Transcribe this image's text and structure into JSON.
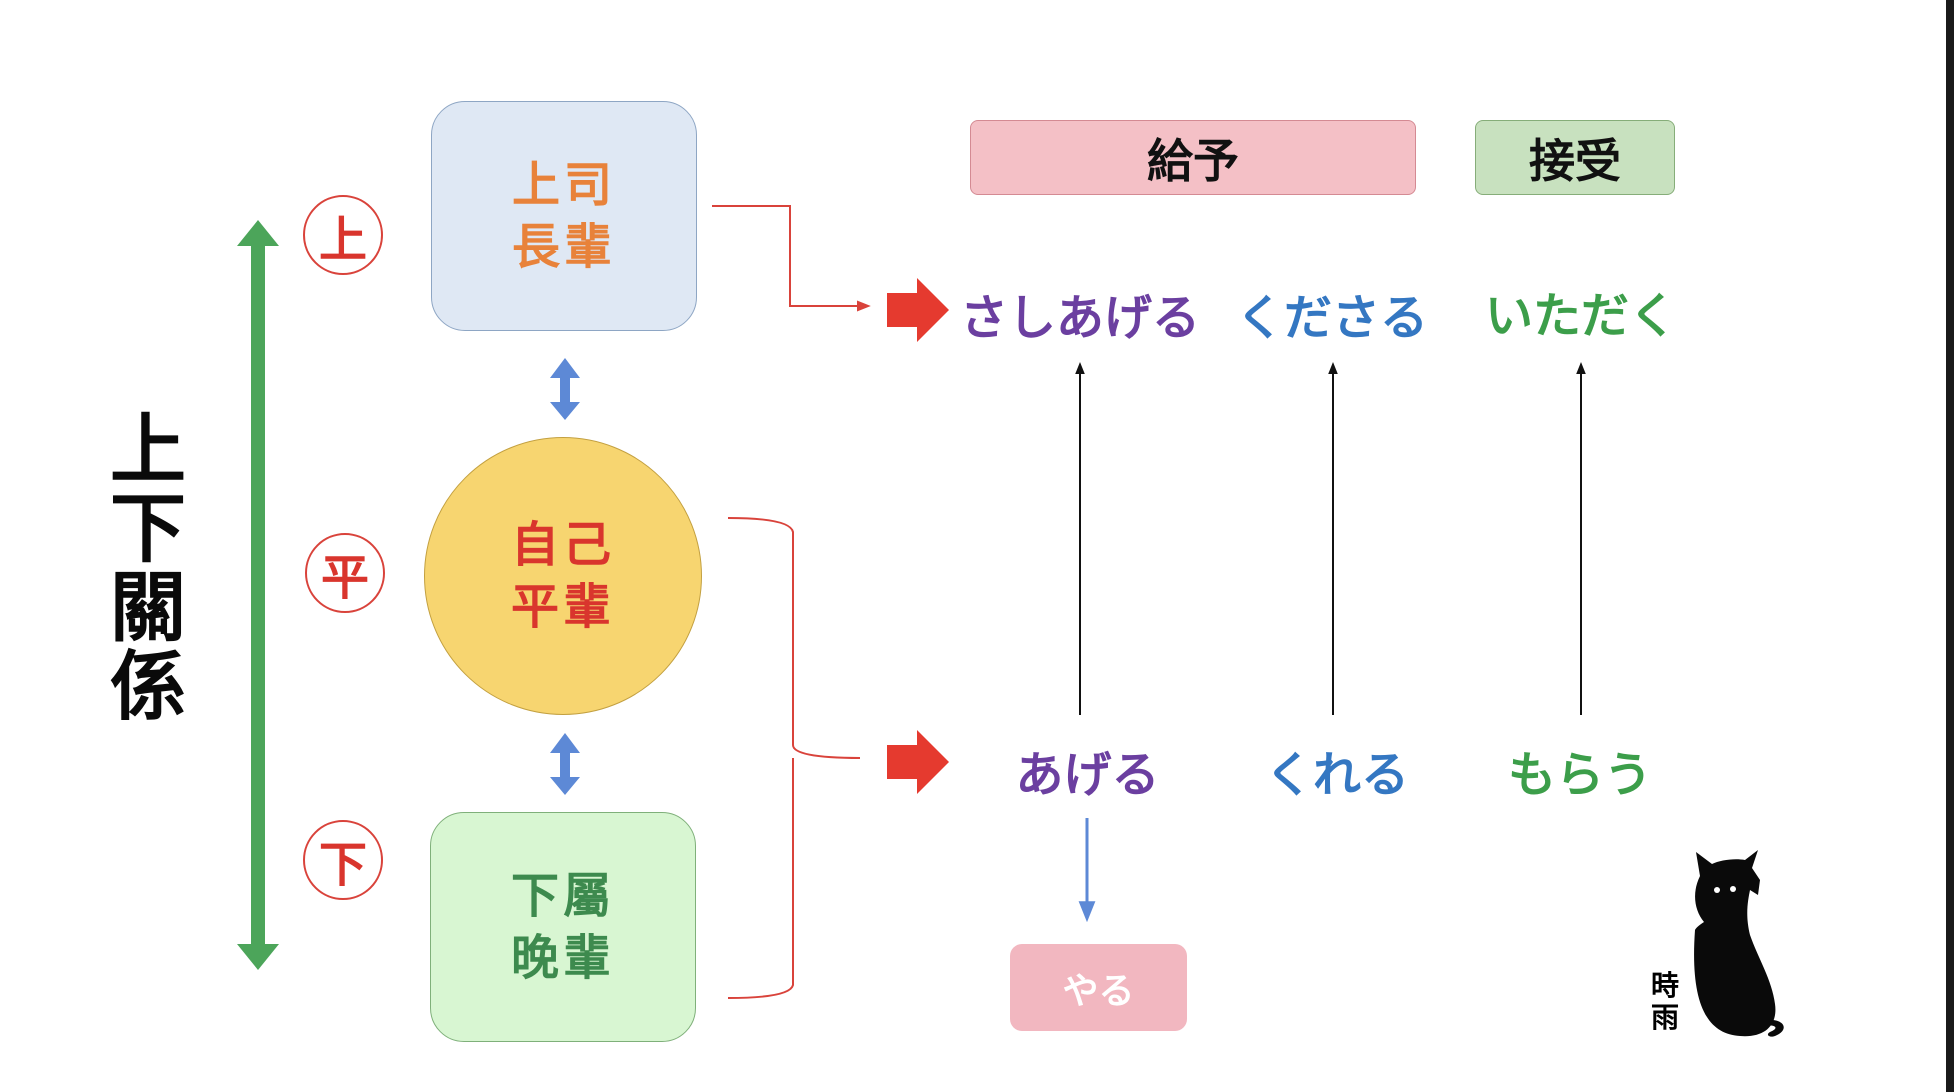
{
  "title_chars": [
    "上",
    "下",
    "關",
    "係"
  ],
  "levels": {
    "upper": "上",
    "equal": "平",
    "lower": "下"
  },
  "roles": {
    "superior": [
      "上司",
      "長輩"
    ],
    "self": [
      "自己",
      "平輩"
    ],
    "subordinate": [
      "下屬",
      "晚輩"
    ]
  },
  "headers": {
    "giving": "給予",
    "receiving": "接受"
  },
  "verbs": {
    "humble_give": "さしあげる",
    "honorific_give": "くださる",
    "humble_receive": "いただく",
    "plain_give": "あげる",
    "plain_give_to_me": "くれる",
    "plain_receive": "もらう",
    "casual_give": "やる"
  },
  "signature": [
    "時",
    "雨"
  ],
  "colors": {
    "accent_green": "#4ca55a",
    "arrow_red": "#e53a2f",
    "verb_purple": "#6b3fa0",
    "verb_blue": "#3477c2",
    "verb_green": "#3c9e4a",
    "superior_box": "#dfe8f4",
    "self_circle": "#f7d570",
    "subordinate_box": "#d8f6d2",
    "giving_header": "#f4c0c6",
    "receiving_header": "#c8e1bf"
  }
}
